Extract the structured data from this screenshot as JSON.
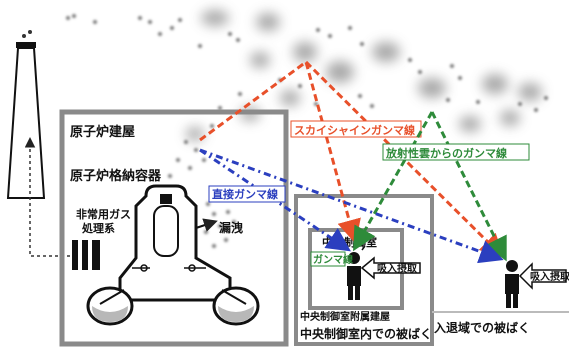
{
  "labels": {
    "reactor_building": "原子炉建屋",
    "containment_vessel": "原子炉格納容器",
    "gas_treatment_line1": "非常用ガス",
    "gas_treatment_line2": "処理系",
    "leak": "漏洩",
    "direct_gamma": "直接ガンマ線",
    "skyshine_gamma": "スカイシャインガンマ線",
    "plume_gamma": "放射性雲からのガンマ線",
    "central_control_room": "中央制御室",
    "gamma_ray": "ガンマ線",
    "inhalation_room": "吸入摂取",
    "annex_building": "中央制御室附属建屋",
    "inhalation_outdoor": "吸入摂取",
    "exposure_control_room": "中央制御室内での被ばく",
    "exposure_access_area": "入退域での被ばく"
  },
  "colors": {
    "skyshine": "#e8502a",
    "plume": "#2e8b3a",
    "direct": "#2b3fbf",
    "building_outline": "#8a8a8a",
    "cloud": "#9a9a9a"
  }
}
